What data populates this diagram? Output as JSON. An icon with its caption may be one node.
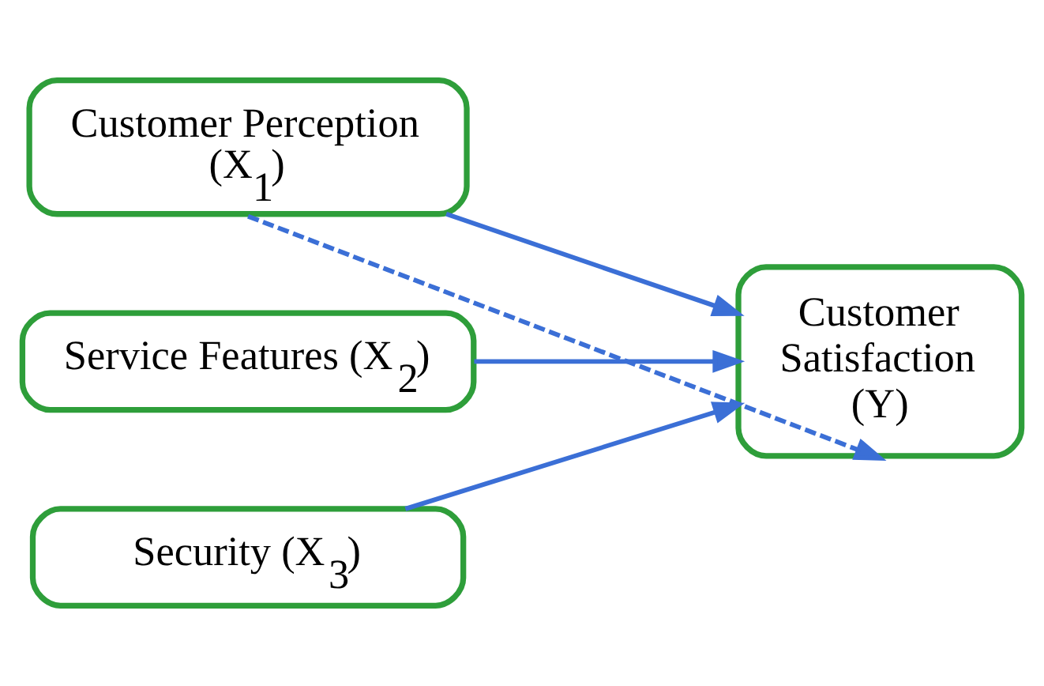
{
  "diagram": {
    "nodes": [
      {
        "text": [
          "Customer Perception (X$_{1}$)"
        ]
      },
      {
        "text": [
          "Service Features (X$_{2}$)"
        ]
      },
      {
        "text": [
          "Security (X$_{3}$)"
        ]
      },
      {
        "text": [
          "Customer Satisfaction (Y)"
        ]
      }
    ],
    "edges": [
      {
        "from": 0,
        "to": 3,
        "arrow": "to"
      },
      {
        "from": 1,
        "to": 3,
        "arrow": "to"
      },
      {
        "from": 2,
        "to": 3,
        "arrow": "to"
      },
      {
        "from": 0,
        "to": 3,
        "arrow": "to",
        "style": "dashed"
      }
    ]
  }
}
